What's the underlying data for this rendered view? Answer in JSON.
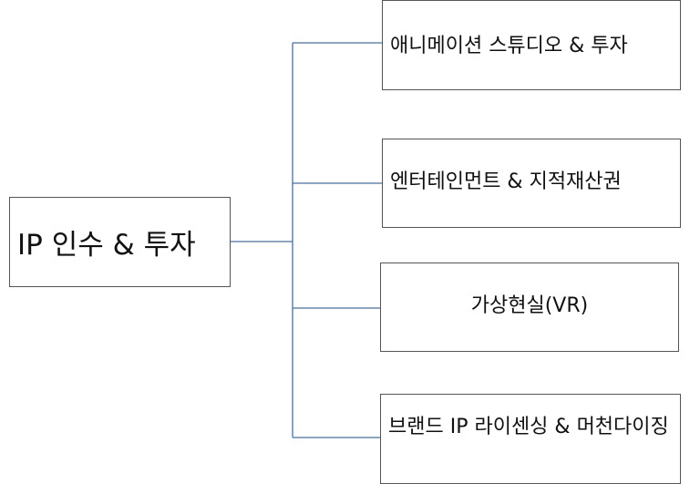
{
  "root": {
    "label": "IP 인수 & 투자"
  },
  "branches": [
    {
      "label": "애니메이션 스튜디오 & 투자"
    },
    {
      "label": "엔터테인먼트 & 지적재산권"
    },
    {
      "label": "가상현실(VR)"
    },
    {
      "label": "브랜드 IP 라이센싱 & 머천다이징"
    }
  ],
  "colors": {
    "connector": "#4a6f9e",
    "box_border": "#555555"
  }
}
